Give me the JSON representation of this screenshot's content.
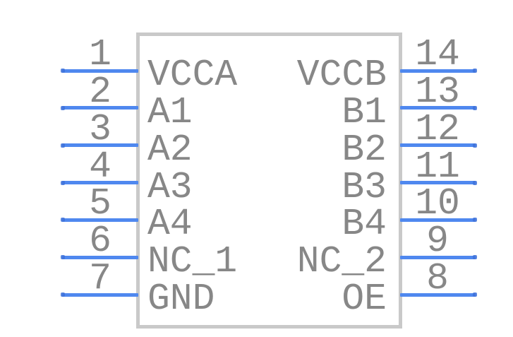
{
  "pins": {
    "left": [
      {
        "number": "1",
        "name": "VCCA"
      },
      {
        "number": "2",
        "name": "A1"
      },
      {
        "number": "3",
        "name": "A2"
      },
      {
        "number": "4",
        "name": "A3"
      },
      {
        "number": "5",
        "name": "A4"
      },
      {
        "number": "6",
        "name": "NC_1"
      },
      {
        "number": "7",
        "name": "GND"
      }
    ],
    "right": [
      {
        "number": "14",
        "name": "VCCB"
      },
      {
        "number": "13",
        "name": "B1"
      },
      {
        "number": "12",
        "name": "B2"
      },
      {
        "number": "11",
        "name": "B3"
      },
      {
        "number": "10",
        "name": "B4"
      },
      {
        "number": "9",
        "name": "NC_2"
      },
      {
        "number": "8",
        "name": "OE"
      }
    ]
  },
  "colors": {
    "pin_line": "#4f88ef",
    "pin_tip": "#3e72d9",
    "body_border": "#c9c9c9",
    "text": "#878787",
    "background": "#ffffff"
  }
}
